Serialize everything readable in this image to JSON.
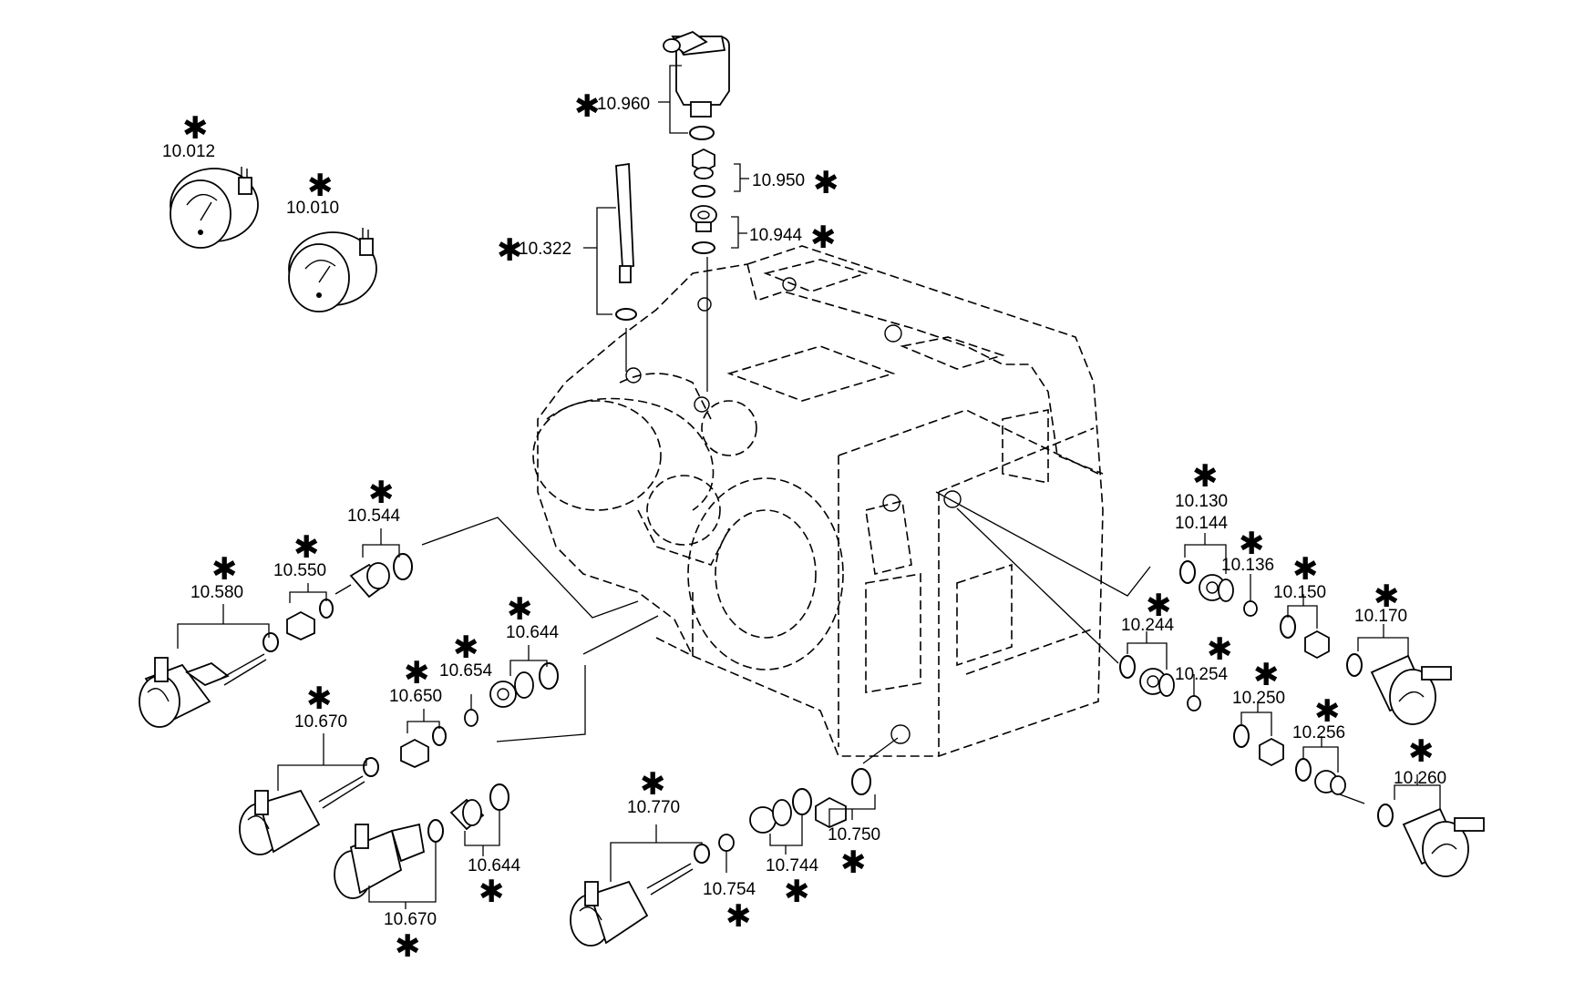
{
  "diagram": {
    "labels": [
      {
        "id": "10.012",
        "text": "10.012"
      },
      {
        "id": "10.010",
        "text": "10.010"
      },
      {
        "id": "10.960",
        "text": "10.960"
      },
      {
        "id": "10.950",
        "text": "10.950"
      },
      {
        "id": "10.944",
        "text": "10.944"
      },
      {
        "id": "10.322",
        "text": "10.322"
      },
      {
        "id": "10.544",
        "text": "10.544"
      },
      {
        "id": "10.550",
        "text": "10.550"
      },
      {
        "id": "10.580",
        "text": "10.580"
      },
      {
        "id": "10.644a",
        "text": "10.644"
      },
      {
        "id": "10.654",
        "text": "10.654"
      },
      {
        "id": "10.650",
        "text": "10.650"
      },
      {
        "id": "10.670a",
        "text": "10.670"
      },
      {
        "id": "10.670b",
        "text": "10.670"
      },
      {
        "id": "10.644b",
        "text": "10.644"
      },
      {
        "id": "10.770",
        "text": "10.770"
      },
      {
        "id": "10.754",
        "text": "10.754"
      },
      {
        "id": "10.744",
        "text": "10.744"
      },
      {
        "id": "10.750",
        "text": "10.750"
      },
      {
        "id": "10.130",
        "text": "10.130"
      },
      {
        "id": "10.144",
        "text": "10.144"
      },
      {
        "id": "10.136",
        "text": "10.136"
      },
      {
        "id": "10.150",
        "text": "10.150"
      },
      {
        "id": "10.170",
        "text": "10.170"
      },
      {
        "id": "10.244",
        "text": "10.244"
      },
      {
        "id": "10.254",
        "text": "10.254"
      },
      {
        "id": "10.250",
        "text": "10.250"
      },
      {
        "id": "10.256",
        "text": "10.256"
      },
      {
        "id": "10.260",
        "text": "10.260"
      }
    ],
    "marker_symbol": "✱"
  }
}
